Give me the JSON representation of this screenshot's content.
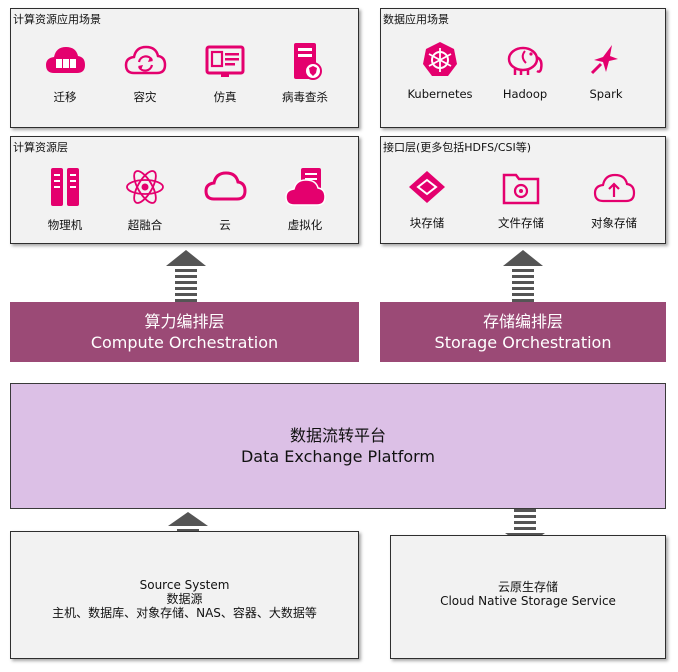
{
  "colors": {
    "accent": "#e4006e",
    "band": "#9b4a76",
    "platform": "#dcc0e6",
    "panel": "#f2f2f2"
  },
  "compute_scenarios": {
    "title": "计算资源应用场景",
    "items": [
      {
        "label": "迁移",
        "icon": "server-cloud-icon"
      },
      {
        "label": "容灾",
        "icon": "cloud-sync-icon"
      },
      {
        "label": "仿真",
        "icon": "monitor-icon"
      },
      {
        "label": "病毒查杀",
        "icon": "security-server-icon"
      }
    ]
  },
  "data_scenarios": {
    "title": "数据应用场景",
    "items": [
      {
        "label": "Kubernetes",
        "icon": "kubernetes-icon"
      },
      {
        "label": "Hadoop",
        "icon": "hadoop-elephant-icon"
      },
      {
        "label": "Spark",
        "icon": "spark-star-icon"
      }
    ]
  },
  "compute_layer": {
    "title": "计算资源层",
    "items": [
      {
        "label": "物理机",
        "icon": "physical-server-icon"
      },
      {
        "label": "超融合",
        "icon": "atom-icon"
      },
      {
        "label": "云",
        "icon": "cloud-icon"
      },
      {
        "label": "虚拟化",
        "icon": "virtualization-icon"
      }
    ]
  },
  "interface_layer": {
    "title": "接口层(更多包括HDFS/CSI等)",
    "items": [
      {
        "label": "块存储",
        "icon": "block-storage-icon"
      },
      {
        "label": "文件存储",
        "icon": "file-storage-icon"
      },
      {
        "label": "对象存储",
        "icon": "object-storage-icon"
      }
    ]
  },
  "compute_orchestration": {
    "zh": "算力编排层",
    "en": "Compute Orchestration"
  },
  "storage_orchestration": {
    "zh": "存储编排层",
    "en": "Storage Orchestration"
  },
  "platform": {
    "zh": "数据流转平台",
    "en": "Data Exchange Platform"
  },
  "source": {
    "line1": "Source System",
    "line2": "数据源",
    "line3": "主机、数据库、对象存储、NAS、容器、大数据等"
  },
  "cloud_storage": {
    "line1": "云原生存储",
    "line2": "Cloud Native Storage Service"
  }
}
